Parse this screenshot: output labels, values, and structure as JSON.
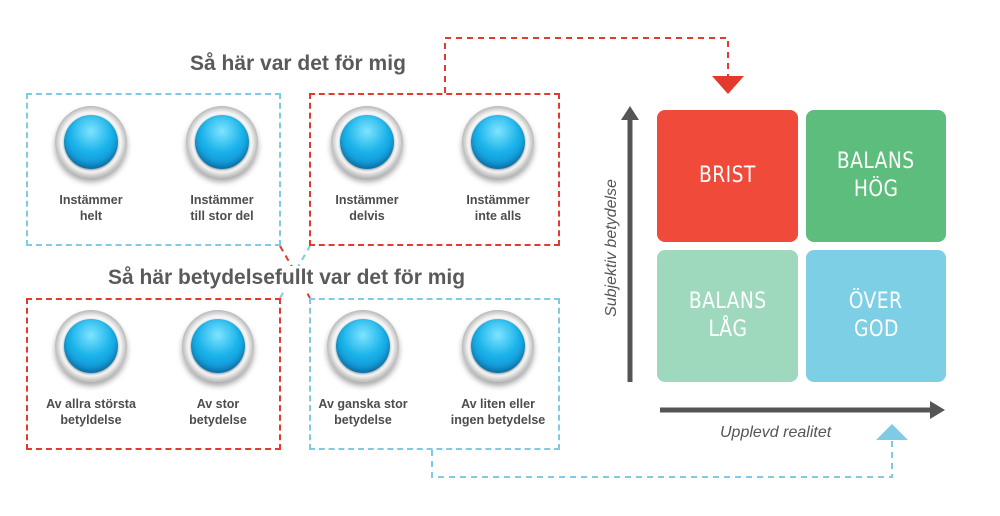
{
  "titles": {
    "top": "Så här var det för mig",
    "bottom": "Så här betydelsefullt var det för mig"
  },
  "experience_options": [
    {
      "line1": "Instämmer",
      "line2": "helt"
    },
    {
      "line1": "Instämmer",
      "line2": "till stor del"
    },
    {
      "line1": "Instämmer",
      "line2": "delvis"
    },
    {
      "line1": "Instämmer",
      "line2": "inte alls"
    }
  ],
  "significance_options": [
    {
      "line1": "Av allra största",
      "line2": "betyldelse"
    },
    {
      "line1": "Av stor",
      "line2": "betydelse"
    },
    {
      "line1": "Av ganska stor",
      "line2": "betydelse"
    },
    {
      "line1": "Av liten eller",
      "line2": "ingen betydelse"
    }
  ],
  "matrix": {
    "y_axis_label": "Subjektiv betydelse",
    "x_axis_label": "Upplevd realitet",
    "cells": [
      {
        "line1": "BRIST",
        "line2": "",
        "color": "#f04a3a"
      },
      {
        "line1": "BALANS",
        "line2": "HÖG",
        "color": "#5cbd7c"
      },
      {
        "line1": "BALANS",
        "line2": "LÅG",
        "color": "#9fd9bd"
      },
      {
        "line1": "ÖVER",
        "line2": "GOD",
        "color": "#7dcfe6"
      }
    ]
  },
  "colors": {
    "red_dash": "#e23b2e",
    "blue_dash": "#7fcbe3",
    "axis": "#555555"
  }
}
